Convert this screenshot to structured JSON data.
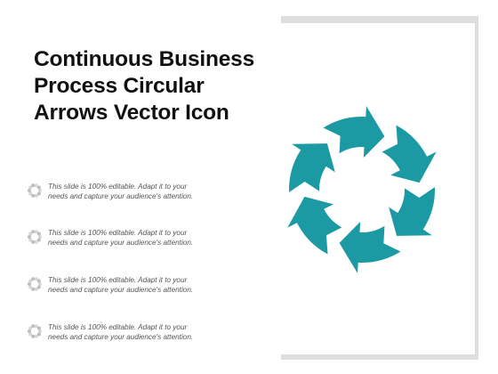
{
  "slide": {
    "title": "Continuous Business Process Circular Arrows Vector Icon",
    "accent_color": "#1b9aa3",
    "bullet_icon": "dotted-ring-icon",
    "bullets": [
      {
        "text": "This slide is 100% editable.  Adapt it to your needs and capture your audience's attention."
      },
      {
        "text": "This slide is 100% editable.  Adapt it to your needs and capture your audience's attention."
      },
      {
        "text": "This slide is 100% editable.  Adapt it to your needs and capture your audience's attention."
      },
      {
        "text": "This slide is 100% editable.  Adapt it to your needs and capture your audience's attention."
      }
    ],
    "cycle": {
      "segments": 6,
      "direction": "clockwise",
      "icon": "circular-arrows-icon"
    }
  }
}
